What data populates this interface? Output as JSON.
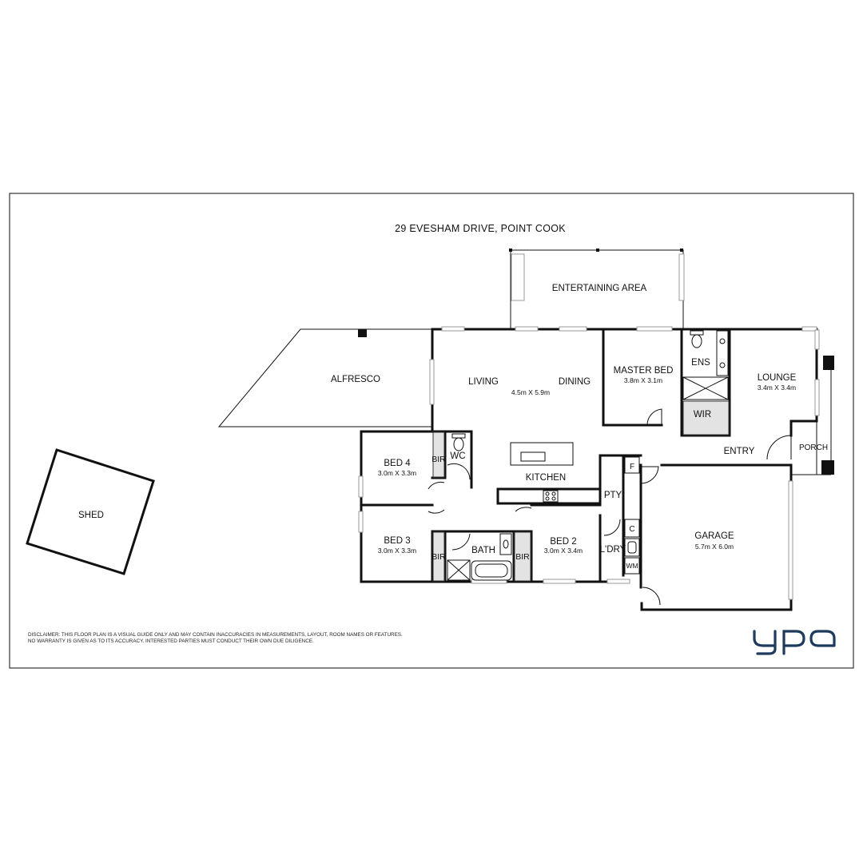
{
  "title": "29 EVESHAM DRIVE, POINT COOK",
  "rooms": {
    "entertaining": "ENTERTAINING AREA",
    "alfresco": "ALFRESCO",
    "living": "LIVING",
    "living_dim": "4.5m X 5.9m",
    "dining": "DINING",
    "master": "MASTER BED",
    "master_dim": "3.8m X 3.1m",
    "ens": "ENS",
    "wir": "WIR",
    "lounge": "LOUNGE",
    "lounge_dim": "3.4m X 3.4m",
    "porch": "PORCH",
    "entry": "ENTRY",
    "bed4": "BED 4",
    "bed4_dim": "3.0m X 3.3m",
    "bir_bed4": "BIR",
    "wc": "WC",
    "kitchen": "KITCHEN",
    "pty": "PTY",
    "f": "F",
    "c": "C",
    "ldry": "L'DRY",
    "wm": "WM",
    "garage": "GARAGE",
    "garage_dim": "5.7m X 6.0m",
    "bed3": "BED 3",
    "bed3_dim": "3.0m X 3.3m",
    "bir_bed3": "BIR",
    "bath": "BATH",
    "bir_bed2": "BIR",
    "bed2": "BED 2",
    "bed2_dim": "3.0m X 3.4m",
    "shed": "SHED"
  },
  "disclaimer": {
    "line1": "DISCLAIMER: THIS FLOOR PLAN IS A VISUAL GUIDE ONLY AND MAY CONTAIN INACCURACIES IN MEASUREMENTS, LAYOUT, ROOM NAMES OR FEATURES.",
    "line2": "NO WARRANTY IS GIVEN AS TO ITS ACCURACY. INTERESTED PARTIES MUST CONDUCT THEIR OWN DUE DILIGENCE."
  },
  "logo": {
    "text": "ypa",
    "color": "#1e3a5c"
  }
}
